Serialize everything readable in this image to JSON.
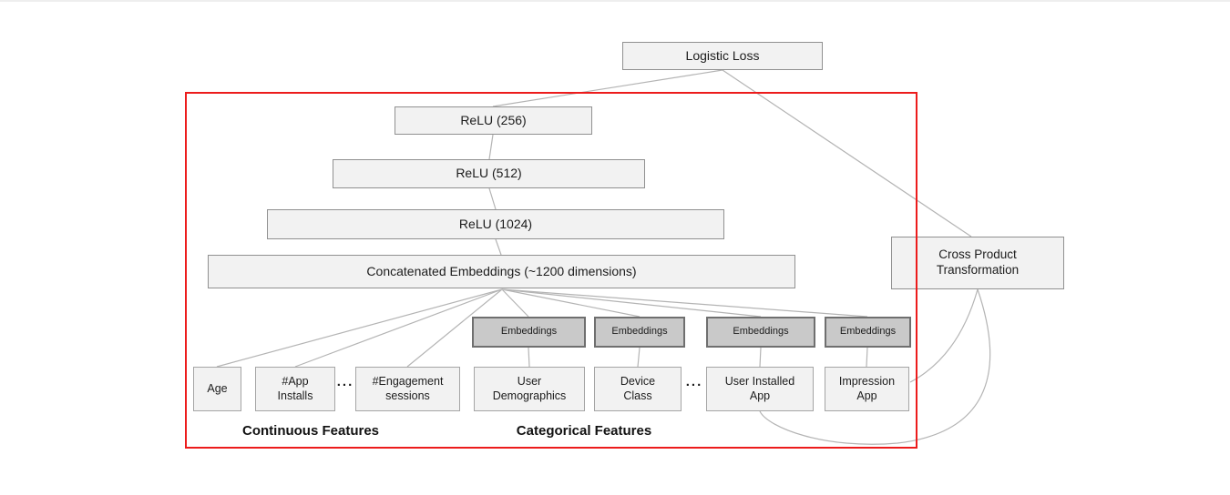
{
  "nodes": {
    "logistic_loss": "Logistic Loss",
    "relu_256": "ReLU (256)",
    "relu_512": "ReLU (512)",
    "relu_1024": "ReLU (1024)",
    "concat_embeddings": "Concatenated Embeddings (~1200 dimensions)",
    "cross_product": "Cross Product\nTransformation",
    "embeddings_1": "Embeddings",
    "embeddings_2": "Embeddings",
    "embeddings_3": "Embeddings",
    "embeddings_4": "Embeddings",
    "age": "Age",
    "app_installs": "#App\nInstalls",
    "engagement_sessions": "#Engagement\nsessions",
    "user_demographics": "User\nDemographics",
    "device_class": "Device\nClass",
    "user_installed_app": "User Installed\nApp",
    "impression_app": "Impression\nApp",
    "ellipsis_continuous": "...",
    "ellipsis_categorical": "..."
  },
  "group_labels": {
    "continuous": "Continuous Features",
    "categorical": "Categorical Features"
  },
  "colors": {
    "box_fill": "#f2f2f2",
    "box_border": "#909090",
    "embedding_fill": "#c9c9c9",
    "embedding_border": "#6f6f6f",
    "connector_line": "#b4b4b4",
    "highlight_frame_red": "#ec1c1c",
    "text": "#1c1c1c",
    "background": "#ffffff"
  }
}
